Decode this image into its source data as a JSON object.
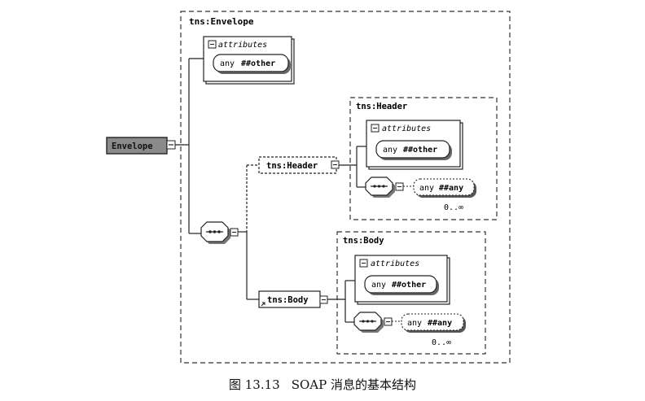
{
  "diagram": {
    "root": {
      "label": "Envelope"
    },
    "envelope_group": {
      "title": "tns:Envelope",
      "attributes": {
        "label": "attributes",
        "any_prefix": "any",
        "any_value": "##other"
      }
    },
    "header": {
      "group_title": "tns:Header",
      "element_label": "tns:Header",
      "attributes": {
        "label": "attributes",
        "any_prefix": "any",
        "any_value": "##other"
      },
      "any_element": {
        "prefix": "any",
        "value": "##any",
        "cardinality": "0..∞"
      }
    },
    "body": {
      "group_title": "tns:Body",
      "element_label": "tns:Body",
      "attributes": {
        "label": "attributes",
        "any_prefix": "any",
        "any_value": "##other"
      },
      "any_element": {
        "prefix": "any",
        "value": "##any",
        "cardinality": "0..∞"
      }
    }
  },
  "caption": {
    "number": "图 13.13",
    "text": "SOAP 消息的基本结构"
  }
}
